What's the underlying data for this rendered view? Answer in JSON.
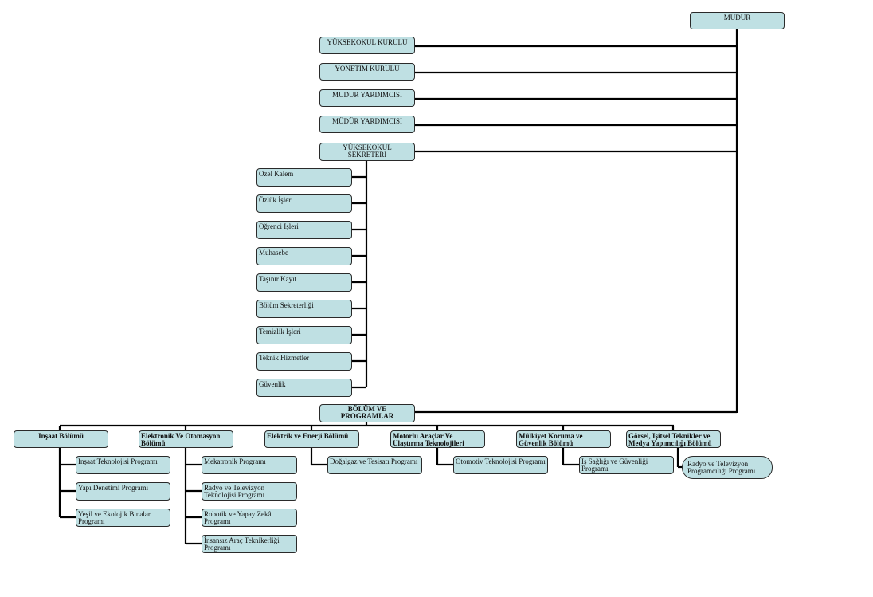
{
  "director": "MÜDÜR",
  "boards": [
    "YÜKSEKOKUL KURULU",
    "YÖNETİM KURULU",
    "MUDUR YARDIMCISI",
    "MÜDÜR YARDIMCISI",
    "YÜKSEKOKUL SEKRETERİ"
  ],
  "secretary_units": [
    "Ozel Kalem",
    "Özlük İşleri",
    "Oğrenci Işleri",
    "Muhasebe",
    "Taşınır Kayıt",
    "Bölüm Sekreterliği",
    "Temizlik İşleri",
    "Teknik Hizmetler",
    "Güvenlik"
  ],
  "departments_title": "BÖLÜM VE PROGRAMLAR",
  "departments": [
    {
      "name": "Inşaat Bölümü",
      "programs": [
        "İnşaat Teknolojisi Programı",
        "Yapı Denetimi Programı",
        "Yeşil ve Ekolojik Binalar Programı"
      ]
    },
    {
      "name": "Elektronik Ve Otomasyon Bölümü",
      "programs": [
        "Mekatronik Programı",
        "Radyo ve Televizyon Teknolojisi Programı",
        "Robotik ve Yapay Zekâ Programı",
        "İnsansız Araç Teknikerliği Programı"
      ]
    },
    {
      "name": "Elektrik ve Enerji Bölümü",
      "programs": [
        "Doğalgaz ve Tesisatı Programı"
      ]
    },
    {
      "name": "Motorlu Araçlar Ve Ulaştırma Teknolojileri",
      "programs": [
        "Otomotiv Teknolojisi Programı"
      ]
    },
    {
      "name": "Mülkiyet Koruma ve Güvenlik Bölümü",
      "programs": [
        "Iş Sağlığı ve Güvenliği Programı"
      ]
    },
    {
      "name": "Görsel, Işitsel Teknikler ve Medya Yapımcılığı Bölümü",
      "programs": [
        "Radyo ve Televizyon Programcılığı Programı"
      ]
    }
  ]
}
